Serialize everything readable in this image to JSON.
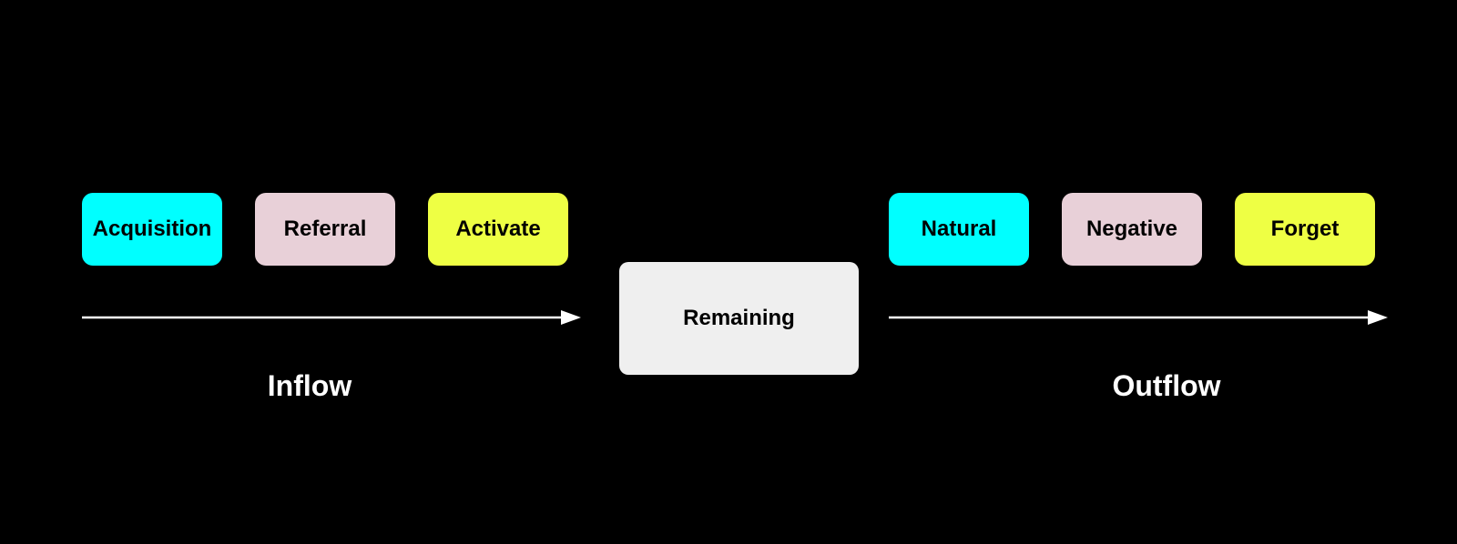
{
  "inflow": {
    "label": "Inflow",
    "stages": [
      {
        "label": "Acquisition",
        "color": "#00FFFF"
      },
      {
        "label": "Referral",
        "color": "#E8D0D8"
      },
      {
        "label": "Activate",
        "color": "#EEFF44"
      }
    ]
  },
  "center": {
    "label": "Remaining",
    "color": "#EFEFEF"
  },
  "outflow": {
    "label": "Outflow",
    "stages": [
      {
        "label": "Natural",
        "color": "#00FFFF"
      },
      {
        "label": "Negative",
        "color": "#E8D0D8"
      },
      {
        "label": "Forget",
        "color": "#EEFF44"
      }
    ]
  },
  "colors": {
    "background": "#000000",
    "arrow": "#FFFFFF",
    "flow_label_text": "#FFFFFF"
  }
}
